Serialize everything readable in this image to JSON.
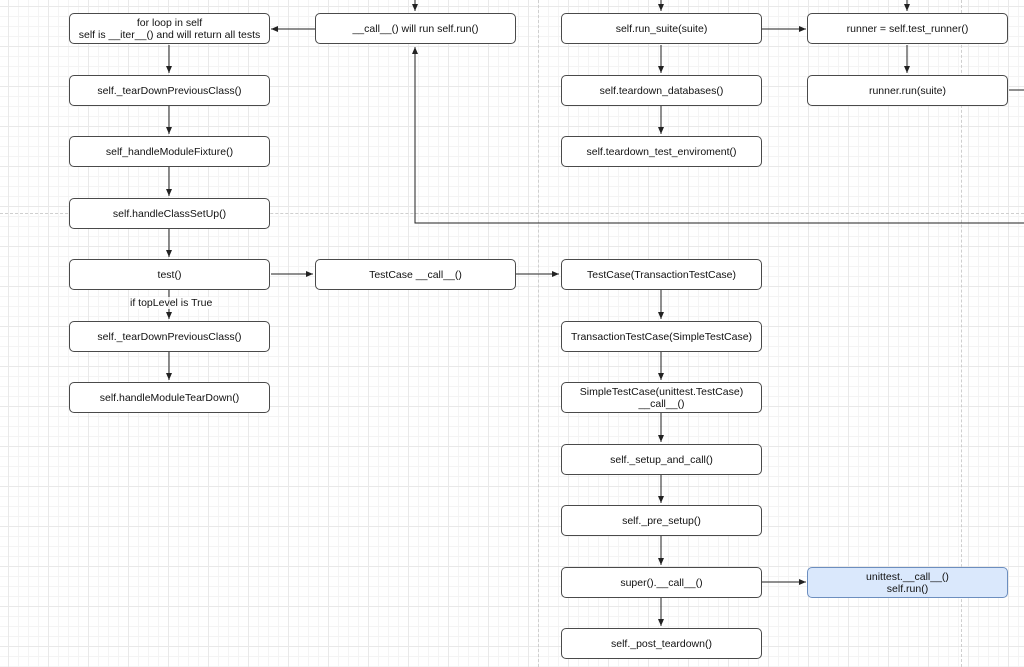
{
  "nodes": {
    "for_loop": "for loop in self\nself is __iter__() and will return all tests",
    "call_run": "__call__() will run self.run()",
    "run_suite": "self.run_suite(suite)",
    "test_runner": "runner = self.test_runner()",
    "teardown_prev_1": "self._tearDownPreviousClass()",
    "teardown_databases": "self.teardown_databases()",
    "runner_run": "runner.run(suite)",
    "handle_module_fixture": "self_handleModuleFixture()",
    "teardown_env": "self.teardown_test_enviroment()",
    "handle_class_setup": "self.handleClassSetUp()",
    "test": "test()",
    "testcase_call": "TestCase __call__()",
    "testcase_transaction": "TestCase(TransactionTestCase)",
    "teardown_prev_2": "self._tearDownPreviousClass()",
    "transaction_simple": "TransactionTestCase(SimpleTestCase)",
    "handle_module_teardown": "self.handleModuleTearDown()",
    "simple_unittest": "SimpleTestCase(unittest.TestCase)\n__call__()",
    "setup_and_call": "self._setup_and_call()",
    "pre_setup": "self._pre_setup()",
    "super_call": "super().__call__()",
    "unittest_call": "unittest.__call__()\nself.run()",
    "post_teardown": "self._post_teardown()"
  },
  "edge_labels": {
    "toplevel": "if topLevel is True"
  },
  "colors": {
    "node_border": "#4a4a4a",
    "highlight_fill": "#dae8fc",
    "highlight_border": "#6c8ebf",
    "edge": "#222222"
  }
}
